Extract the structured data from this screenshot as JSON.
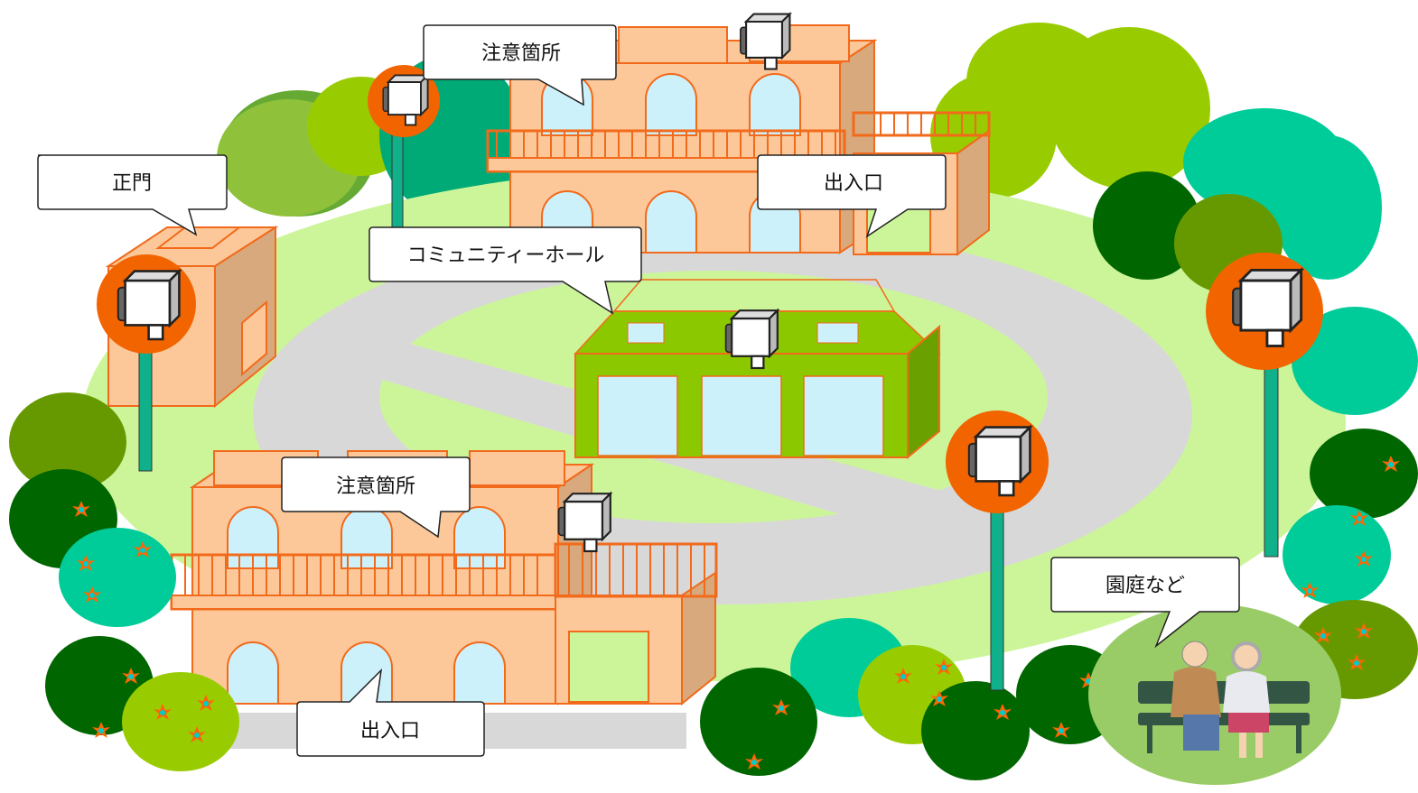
{
  "labels": {
    "main_gate": "正門",
    "caution_top": "注意箇所",
    "entrance_top": "出入口",
    "community_hall": "コミュニティーホール",
    "caution_bottom": "注意箇所",
    "entrance_bottom": "出入口",
    "garden": "園庭など"
  },
  "colors": {
    "building_fill": "#fcc89a",
    "building_stroke": "#f26a1b",
    "window_fill": "#cdf1fb",
    "lawn": "#ccf59a",
    "path": "#d8d8d8",
    "camera_badge": "#f26400",
    "pole": "#10b08a",
    "hall_green": "#8cc800",
    "tree_light": "#99cc00",
    "tree_dark": "#006600",
    "tree_teal": "#00cc99"
  }
}
